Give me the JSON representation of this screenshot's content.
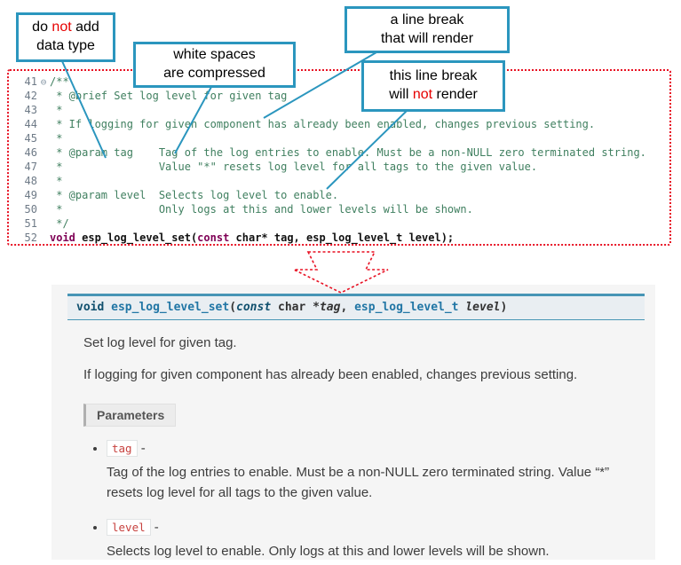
{
  "colors": {
    "accent_teal": "#2b96be",
    "alert_red": "#e60000",
    "comment_green": "#3f7f5f",
    "keyword_purple": "#7f0055"
  },
  "callouts": {
    "no_datatype": {
      "a": "do ",
      "not": "not",
      "b": " add",
      "line2": "data type"
    },
    "whitespace": {
      "line1": "white spaces",
      "line2": "are compressed"
    },
    "br_render": {
      "line1": "a line break",
      "line2": "that will render"
    },
    "br_norender": {
      "line1": "this line break",
      "a": "will ",
      "not": "not",
      "b": " render"
    }
  },
  "code": {
    "fold_glyph": "⊖",
    "lines": [
      {
        "num": "41",
        "text": "/**"
      },
      {
        "num": "42",
        "text": " * @brief Set log level for given tag"
      },
      {
        "num": "43",
        "text": " *"
      },
      {
        "num": "44",
        "text": " * If logging for given component has already been enabled, changes previous setting."
      },
      {
        "num": "45",
        "text": " *"
      },
      {
        "num": "46",
        "text": " * @param tag    Tag of the log entries to enable. Must be a non-NULL zero terminated string."
      },
      {
        "num": "47",
        "text": " *               Value \"*\" resets log level for all tags to the given value."
      },
      {
        "num": "48",
        "text": " *"
      },
      {
        "num": "49",
        "text": " * @param level  Selects log level to enable."
      },
      {
        "num": "50",
        "text": " *               Only logs at this and lower levels will be shown."
      },
      {
        "num": "51",
        "text": " */"
      },
      {
        "num": "52"
      }
    ],
    "line52": {
      "kw1": "void ",
      "mid": "esp_log_level_set(",
      "kw2": "const",
      "rest": " char* tag, esp_log_level_t level);"
    }
  },
  "docs": {
    "signature": {
      "kw": "void ",
      "name": "esp_log_level_set",
      "open": "(",
      "const_kw": "const",
      "type1": " char *",
      "param1": "tag",
      "comma": ", ",
      "type2": "esp_log_level_t ",
      "param2": "level",
      "close": ")"
    },
    "p1": "Set log level for given tag.",
    "p2": "If logging for given component has already been enabled, changes previous setting.",
    "parameters_label": "Parameters",
    "params": [
      {
        "name": "tag",
        "sep": " -",
        "desc": "Tag of the log entries to enable. Must be a non-NULL zero terminated string. Value “*” resets log level for all tags to the given value."
      },
      {
        "name": "level",
        "sep": " -",
        "desc": "Selects log level to enable. Only logs at this and lower levels will be shown."
      }
    ]
  }
}
